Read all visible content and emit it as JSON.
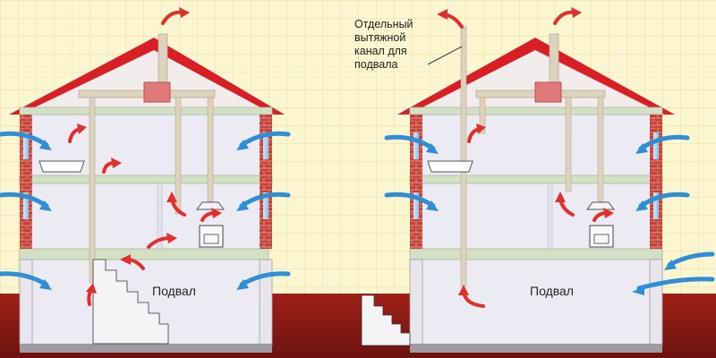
{
  "labels": {
    "basement_left": "Подвал",
    "basement_right": "Подвал",
    "separate_channel": [
      "Отдельный",
      "вытяжной",
      "канал для",
      "подвала"
    ]
  },
  "colors": {
    "background": "#fbf6cf",
    "grid": "#ead9a0",
    "roof": "#d81f26",
    "brick": "#c4443a",
    "floor_slab": "#d3e0c5",
    "wall_interior": "#ecebf4",
    "duct": "#ddd2bd",
    "fan": "#e07a7a",
    "ground": "#8f1b16",
    "arrow_outside": "#2e8fd6",
    "arrow_inside": "#e0302c"
  },
  "icons": [
    "fresh-air-inflow-arrow-icon",
    "exhaust-air-arrow-icon",
    "bathtub-icon",
    "stove-icon",
    "kitchen-hood-icon",
    "exhaust-fan-icon",
    "stairs-icon"
  ]
}
